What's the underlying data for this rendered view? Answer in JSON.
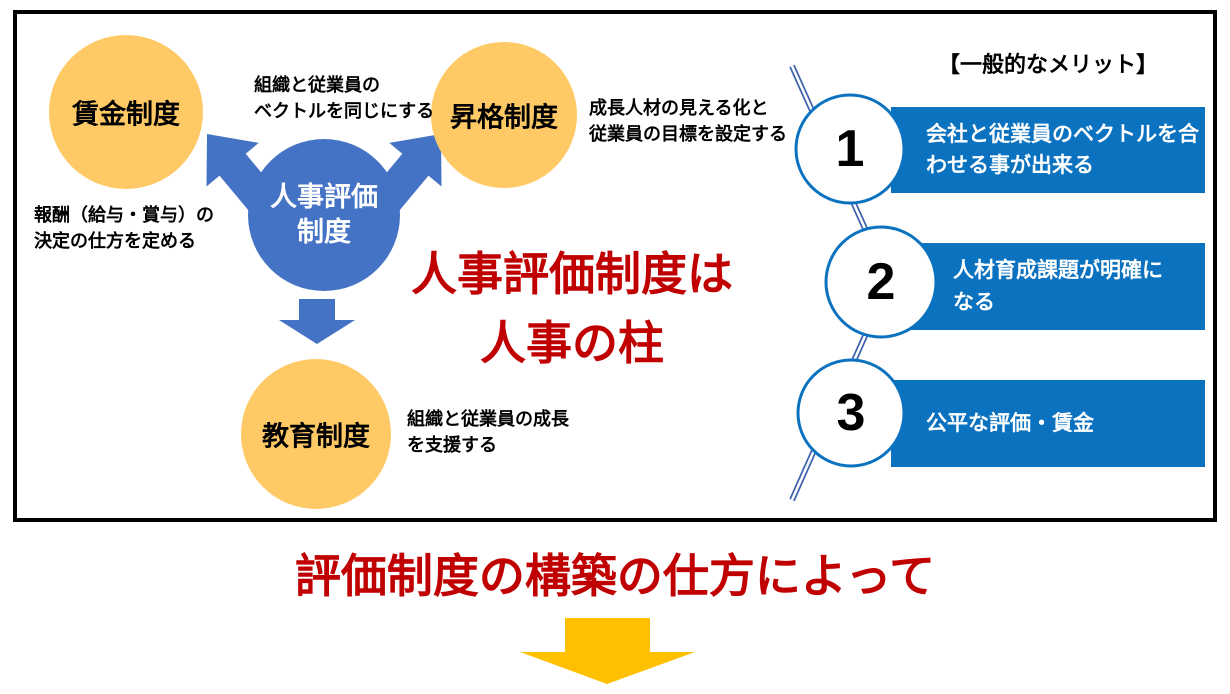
{
  "diagram": {
    "circles": {
      "wage": {
        "label": "賃金制度"
      },
      "promotion": {
        "label": "昇格制度"
      },
      "education": {
        "label": "教育制度"
      },
      "center": {
        "line1": "人事評価",
        "line2": "制度"
      }
    },
    "notes": {
      "vector": [
        "組織と従業員の",
        "ベクトルを同じにする"
      ],
      "reward": [
        "報酬（給与・賞与）の",
        "決定の仕方を定める"
      ],
      "growth": [
        "成長人材の見える化と",
        "従業員の目標を設定する"
      ],
      "education": [
        "組織と従業員の成長",
        "を支援する"
      ]
    },
    "headline": {
      "line1": "人事評価制度は",
      "line2": "人事の柱"
    },
    "merits": {
      "title": "【一般的なメリット】",
      "items": [
        {
          "number": "1",
          "lines": [
            "会社と従業員のベクトルを合",
            "わせる事が出来る"
          ]
        },
        {
          "number": "2",
          "lines": [
            "人材育成課題が明確に",
            "なる"
          ]
        },
        {
          "number": "3",
          "lines": [
            "公平な評価・賃金"
          ]
        }
      ]
    }
  },
  "footer": {
    "caption": "評価制度の構築の仕方によって"
  },
  "colors": {
    "accent_blue_center": "#4472C4",
    "merit_bar_blue": "#0B72C0",
    "circle_gold": "#FFC966",
    "headline_red": "#C00000",
    "footer_arrow_gold": "#FFC000",
    "thread_blue": "#4063AD",
    "frame_black": "#000000"
  }
}
